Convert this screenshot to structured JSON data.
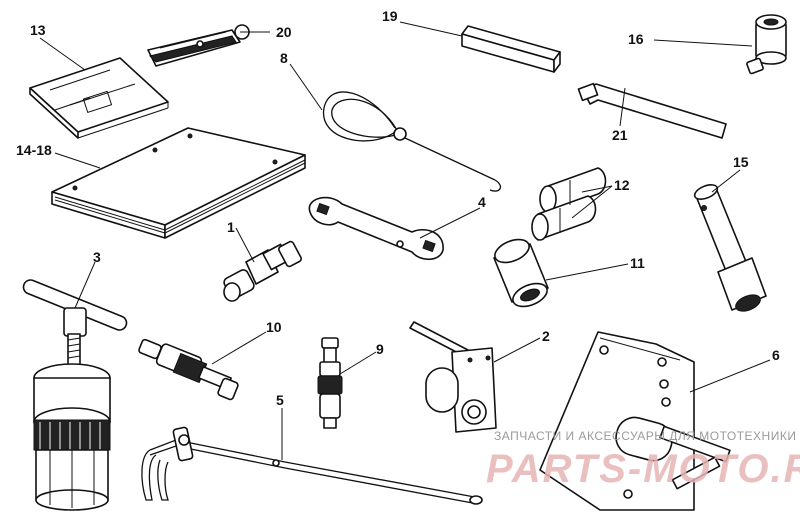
{
  "labels": {
    "l1": "1",
    "l2": "2",
    "l3": "3",
    "l4": "4",
    "l5": "5",
    "l6": "6",
    "l8": "8",
    "l9": "9",
    "l10": "10",
    "l11": "11",
    "l12": "12",
    "l13": "13",
    "l14_18": "14-18",
    "l15": "15",
    "l16": "16",
    "l19": "19",
    "l20": "20",
    "l21": "21"
  },
  "watermark": {
    "caption": "ЗАПЧАСТИ И АКСЕССУАРЫ ДЛЯ МОТОТЕХНИКИ",
    "brand": "PARTS-MOTO.RU"
  }
}
